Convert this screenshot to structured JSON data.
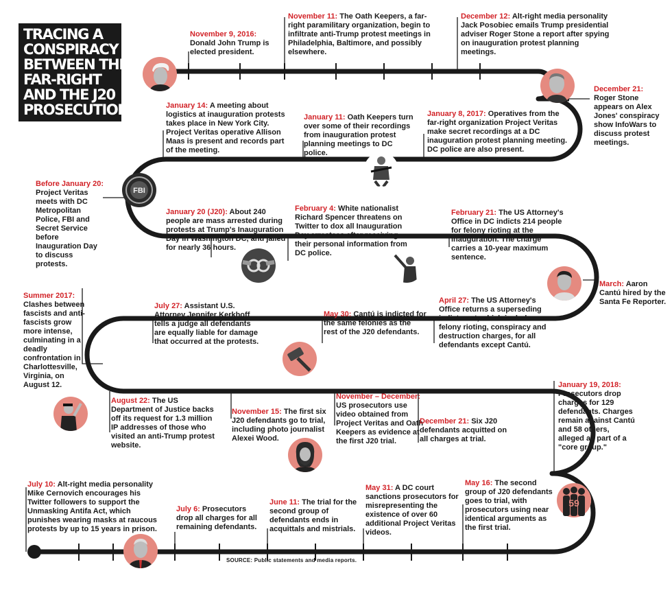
{
  "title": {
    "lines": [
      "TRACING A",
      "CONSPIRACY",
      "BETWEEN THE",
      "FAR-RIGHT",
      "AND THE J20",
      "PROSECUTION"
    ]
  },
  "source": "SOURCE: Public statements and media reports.",
  "colors": {
    "accent": "#d22328",
    "road": "#1a1a1a",
    "photo_bg": "#e58a80"
  },
  "events": {
    "e1": {
      "date": "November 9, 2016:",
      "text": "Donald John Trump is elected president."
    },
    "e2": {
      "date": "November 11:",
      "text": "The Oath Keepers, a far-right paramilitary organization, begin to infiltrate anti-Trump protest meetings in Philadelphia, Baltimore, and possibly elsewhere."
    },
    "e3": {
      "date": "December 12:",
      "text": "Alt-right media personality Jack Posobiec emails Trump presidential adviser Roger Stone a report after spying on inauguration protest planning meetings."
    },
    "e4": {
      "date": "December 21:",
      "text": "Roger Stone appears on Alex Jones' conspiracy show InfoWars to discuss protest meetings."
    },
    "e5": {
      "date": "January 8, 2017:",
      "text": "Operatives from the far-right organization Project Veritas make secret recordings at a DC inauguration protest planning meeting. DC police are also present."
    },
    "e6": {
      "date": "January 11:",
      "text": "Oath Keepers turn over some of their recordings from inauguration protest planning meetings to DC police."
    },
    "e7": {
      "date": "January 14:",
      "text": "A meeting about logistics at inauguration protests takes place in New York City. Project Veritas operative Allison Maas is present and records part of the meeting."
    },
    "e8": {
      "date": "Before January 20:",
      "text": "Project Veritas meets with DC Metropolitan Police, FBI and Secret Service before Inauguration Day to discuss protests."
    },
    "e9": {
      "date": "January 20 (J20):",
      "text": "About 240 people are mass arrested during protests at Trump's Inauguration Day in Washington DC, and jailed for nearly 36 hours."
    },
    "e10": {
      "date": "February 4:",
      "text": "White nationalist Richard Spencer threatens on Twitter to dox all Inauguration Day arrestees after receiving their personal information from DC police."
    },
    "e11": {
      "date": "February 21:",
      "text": "The US Attorney's Office in DC indicts 214 people for felony rioting at the inauguration. The charge carries a 10-year maximum sentence."
    },
    "e12": {
      "date": "March:",
      "text": "Aaron Cantú hired by the Santa Fe Reporter."
    },
    "e13": {
      "date": "April 27:",
      "text": "The US Attorney's Office returns a superseding indictment, which includes felony rioting, conspiracy and destruction charges, for all defendants except Cantú."
    },
    "e14": {
      "date": "May 30:",
      "text": "Cantú is indicted for the same felonies as the rest of the J20 defendants."
    },
    "e15": {
      "date": "July 27:",
      "text": "Assistant U.S. Attorney Jennifer Kerkhoff tells a judge all defendants are equally liable for damage that occurred at the protests."
    },
    "e16": {
      "date": "Summer 2017:",
      "text": "Clashes between fascists and anti-fascists grow more intense, culminating in a deadly confrontation in Charlottesville, Virginia, on August 12."
    },
    "e17": {
      "date": "August 22:",
      "text": "The US Department of Justice backs off its request for 1.3 million IP addresses of those who visited an anti-Trump protest website."
    },
    "e18": {
      "date": "November 15:",
      "text": "The first six J20 defendants go to trial, including photo journalist Alexei Wood."
    },
    "e19": {
      "date": "November – December:",
      "text": "US prosecutors use video obtained from Project Veritas and Oath Keepers as evidence at the first J20 trial."
    },
    "e20": {
      "date": "December 21:",
      "text": "Six J20 defendants acquitted on all charges at trial."
    },
    "e21": {
      "date": "January 19, 2018:",
      "text": "Prosecutors drop charges for 129 defendants. Charges remain against Cantú and 58 others, alleged as part of a \"core group.\""
    },
    "e22": {
      "date": "May 16:",
      "text": "The second group of J20 defendants goes to trial, with prosecutors using near identical arguments as the first trial."
    },
    "e23": {
      "date": "May 31:",
      "text": "A DC court sanctions prosecutors for misrepresenting the existence of over 60 additional Project Veritas videos."
    },
    "e24": {
      "date": "June 11:",
      "text": "The trial for the second group of defendants ends in acquittals and mistrials."
    },
    "e25": {
      "date": "July 6:",
      "text": "Prosecutors drop all charges for all remaining defendants."
    },
    "e26": {
      "date": "July 10:",
      "text": "Alt-right media personality Mike Cernovich encourages his Twitter followers to support the Unmasking Antifa Act, which punishes wearing masks at raucous protests by up to 15 years in prison."
    }
  },
  "photos": {
    "p1": {
      "icon": "trump-portrait-icon"
    },
    "p2": {
      "icon": "roger-stone-portrait-icon"
    },
    "p3": {
      "icon": "fbi-seal-icon",
      "label": "FBI"
    },
    "p4": {
      "icon": "armed-oath-keeper-icon"
    },
    "p5": {
      "icon": "handcuffs-icon"
    },
    "p6": {
      "icon": "richard-spencer-icon"
    },
    "p7": {
      "icon": "aaron-cantu-portrait-icon"
    },
    "p8": {
      "icon": "gavel-icon"
    },
    "p9": {
      "icon": "charlottesville-protester-icon"
    },
    "p10": {
      "icon": "alexei-wood-portrait-icon"
    },
    "p11": {
      "icon": "defendants-group-icon",
      "label": "59"
    },
    "p12": {
      "icon": "jeff-sessions-portrait-icon"
    }
  }
}
